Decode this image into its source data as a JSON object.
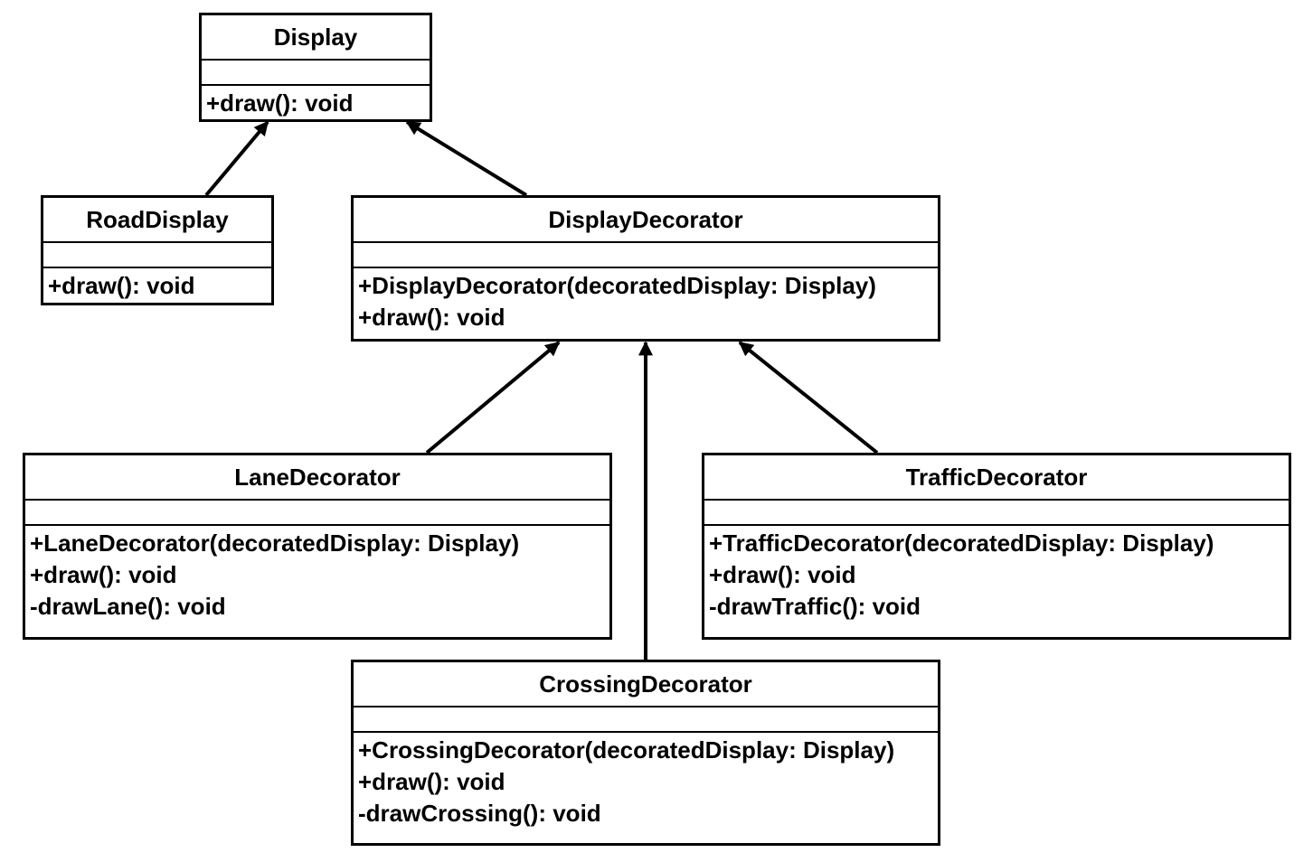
{
  "classes": {
    "display": {
      "name": "Display",
      "methods": [
        "+draw(): void"
      ]
    },
    "road_display": {
      "name": "RoadDisplay",
      "methods": [
        "+draw(): void"
      ]
    },
    "display_decorator": {
      "name": "DisplayDecorator",
      "methods": [
        "+DisplayDecorator(decoratedDisplay: Display)",
        "+draw(): void"
      ]
    },
    "lane_decorator": {
      "name": "LaneDecorator",
      "methods": [
        "+LaneDecorator(decoratedDisplay: Display)",
        "+draw(): void",
        "-drawLane(): void"
      ]
    },
    "traffic_decorator": {
      "name": "TrafficDecorator",
      "methods": [
        "+TrafficDecorator(decoratedDisplay: Display)",
        "+draw(): void",
        "-drawTraffic(): void"
      ]
    },
    "crossing_decorator": {
      "name": "CrossingDecorator",
      "methods": [
        "+CrossingDecorator(decoratedDisplay: Display)",
        "+draw(): void",
        "-drawCrossing(): void"
      ]
    }
  },
  "relationships": [
    {
      "from": "RoadDisplay",
      "to": "Display",
      "type": "inheritance"
    },
    {
      "from": "DisplayDecorator",
      "to": "Display",
      "type": "inheritance"
    },
    {
      "from": "LaneDecorator",
      "to": "DisplayDecorator",
      "type": "inheritance"
    },
    {
      "from": "CrossingDecorator",
      "to": "DisplayDecorator",
      "type": "inheritance"
    },
    {
      "from": "TrafficDecorator",
      "to": "DisplayDecorator",
      "type": "inheritance"
    }
  ]
}
